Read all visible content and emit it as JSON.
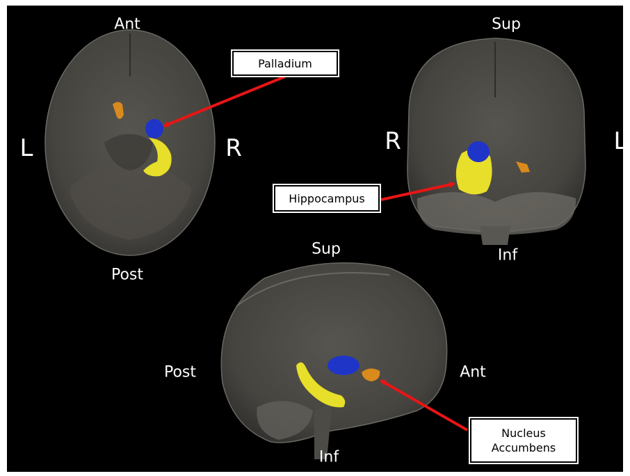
{
  "views": {
    "axial": {
      "top": "Ant",
      "bottom": "Post",
      "left": "L",
      "right": "R"
    },
    "coronal": {
      "top": "Sup",
      "bottom": "Inf",
      "left": "R",
      "right": "L"
    },
    "sagittal": {
      "top": "Sup",
      "bottom": "Inf",
      "left": "Post",
      "right": "Ant"
    }
  },
  "callouts": {
    "palladium": "Palladium",
    "hippocampus": "Hippocampus",
    "nucleus_line1": "Nucleus",
    "nucleus_line2": "Accumbens"
  },
  "colors": {
    "background": "#000000",
    "brain": "#4a4843",
    "palladium": "#1f35c8",
    "hippocampus": "#e7df2a",
    "nucleus_accumbens": "#d98a1c",
    "arrow": "#e81515"
  }
}
